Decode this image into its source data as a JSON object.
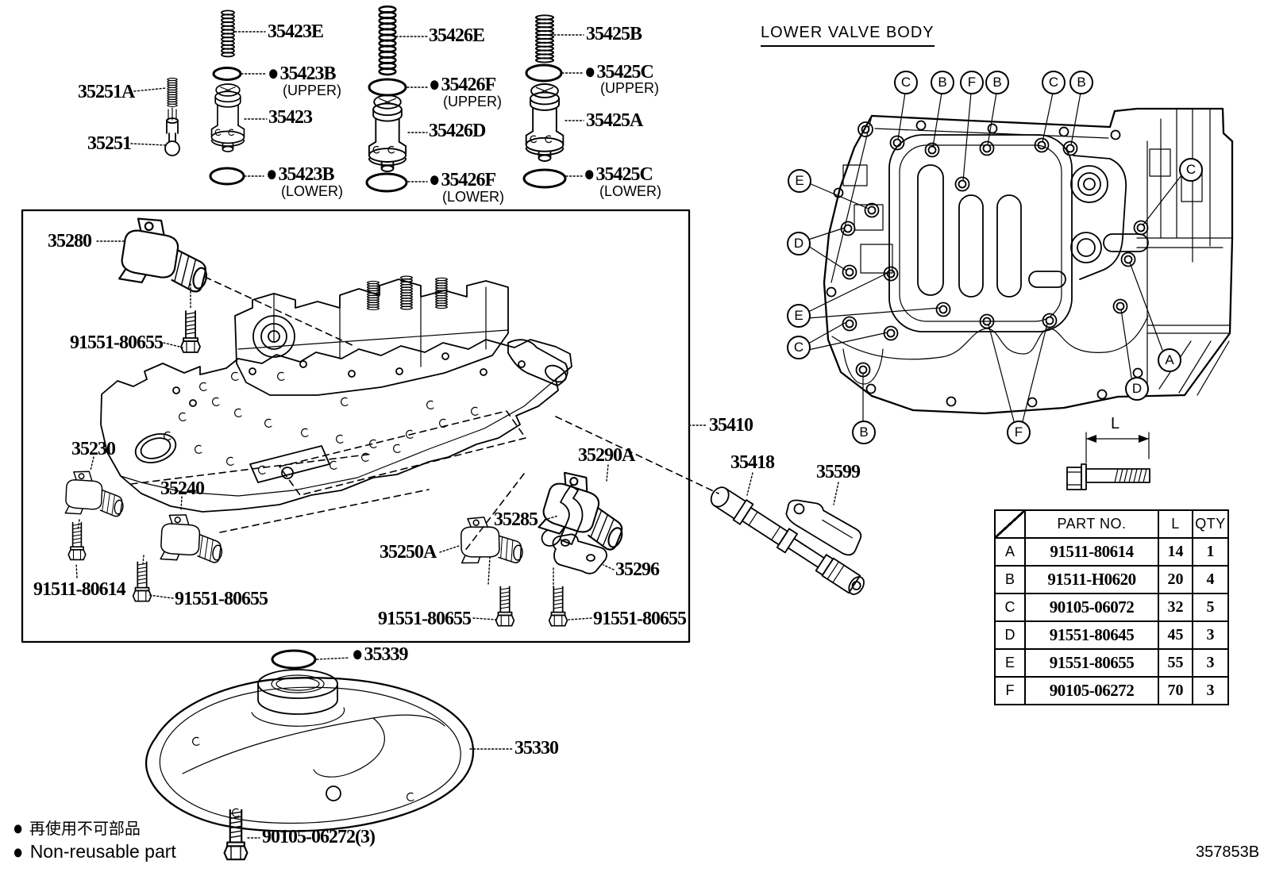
{
  "symbols": {
    "non_reusable": "●",
    "length": "L"
  },
  "top_groups": {
    "col1": {
      "spring": "35423E",
      "oring_upper": "35423B",
      "oring_upper_note": "(UPPER)",
      "valve": "35423",
      "oring_lower": "35423B",
      "oring_lower_note": "(LOWER)"
    },
    "col2": {
      "spring": "35426E",
      "oring_upper": "35426F",
      "oring_upper_note": "(UPPER)",
      "valve": "35426D",
      "oring_lower": "35426F",
      "oring_lower_note": "(LOWER)"
    },
    "col3": {
      "spring": "35425B",
      "oring_upper": "35425C",
      "oring_upper_note": "(UPPER)",
      "valve": "35425A",
      "oring_lower": "35425C",
      "oring_lower_note": "(LOWER)"
    }
  },
  "detent": {
    "spring": "35251A",
    "pin": "35251"
  },
  "box_labels": {
    "solenoid_top": "35280",
    "bolt_top": "91551-80655",
    "solenoid_left": "35230",
    "solenoid_mid": "35240",
    "bolt_left": "91511-80614",
    "bolt_mid": "91551-80655",
    "solenoid_bottom": "35250A",
    "bracket": "35285",
    "solenoid_right": "35290A",
    "lock_plate": "35296",
    "bolt_bottom_left": "91551-80655",
    "bolt_bottom_right": "91551-80655"
  },
  "right_labels": {
    "assembly": "35410",
    "rod": "35418",
    "plate": "35599"
  },
  "lower_valve_body": {
    "title": "LOWER VALVE BODY",
    "callouts_top": [
      "C",
      "B",
      "F",
      "B",
      "C",
      "B"
    ],
    "callouts_left": [
      "E",
      "D",
      "E",
      "C"
    ],
    "callouts_right": [
      "C",
      "A",
      "D"
    ],
    "callouts_bottom": [
      "B",
      "F"
    ]
  },
  "table": {
    "headers": {
      "part": "PART NO.",
      "length": "L",
      "qty": "QTY"
    },
    "rows": [
      {
        "ref": "A",
        "part": "91511-80614",
        "length": "14",
        "qty": "1"
      },
      {
        "ref": "B",
        "part": "91511-H0620",
        "length": "20",
        "qty": "4"
      },
      {
        "ref": "C",
        "part": "90105-06072",
        "length": "32",
        "qty": "5"
      },
      {
        "ref": "D",
        "part": "91551-80645",
        "length": "45",
        "qty": "3"
      },
      {
        "ref": "E",
        "part": "91551-80655",
        "length": "55",
        "qty": "3"
      },
      {
        "ref": "F",
        "part": "90105-06272",
        "length": "70",
        "qty": "3"
      }
    ]
  },
  "bottom": {
    "oring": "35339",
    "strainer": "35330",
    "bolt": "90105-06272(3)"
  },
  "legend": {
    "jp": "再使用不可部品",
    "en": "Non-reusable part"
  },
  "page": {
    "code": "357853B"
  }
}
